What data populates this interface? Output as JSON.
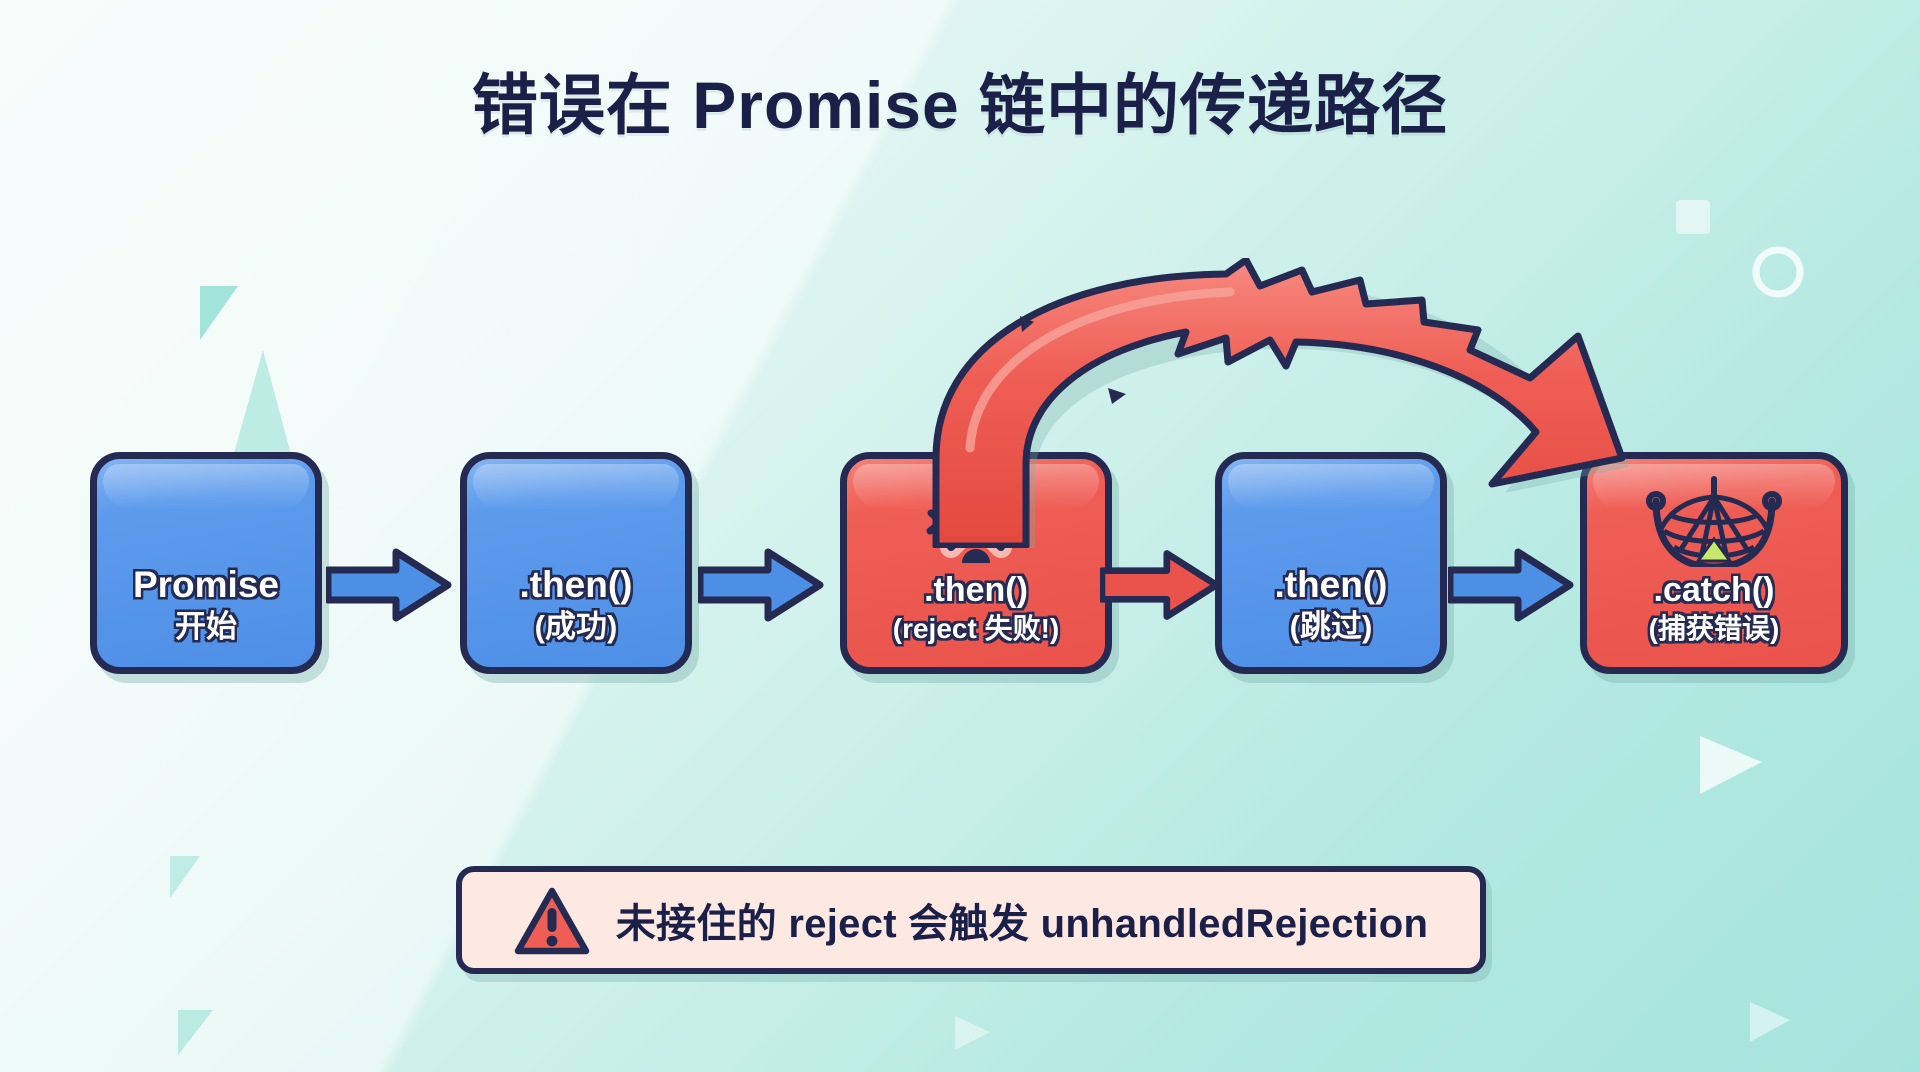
{
  "title": "错误在 Promise 链中的传递路径",
  "colors": {
    "ink": "#242a52",
    "blue": "#5b9bec",
    "red": "#ef5e55",
    "bg_light": "#eaf8f5",
    "bg_teal": "#a5e4dc",
    "banner_bg": "#fde9e2",
    "net_catch": "#c7e96a"
  },
  "flow": {
    "nodes": [
      {
        "id": "promise-start",
        "line1": "Promise",
        "line2": "开始",
        "state": "blue",
        "icon": null
      },
      {
        "id": "then-success",
        "line1": ".then()",
        "line2": "(成功)",
        "state": "blue",
        "icon": null
      },
      {
        "id": "then-reject",
        "line1": ".then()",
        "line2": "(reject 失败!)",
        "state": "red",
        "icon": "error-cross-face-icon"
      },
      {
        "id": "then-skipped",
        "line1": ".then()",
        "line2": "(跳过)",
        "state": "blue",
        "icon": null
      },
      {
        "id": "catch-error",
        "line1": ".catch()",
        "line2": "(捕获错误)",
        "state": "red",
        "icon": "safety-net-icon"
      }
    ],
    "connectors": [
      {
        "from": "promise-start",
        "to": "then-success",
        "kind": "straight-arrow"
      },
      {
        "from": "then-success",
        "to": "then-reject",
        "kind": "straight-arrow"
      },
      {
        "from": "then-reject",
        "to": "then-skipped",
        "kind": "straight-arrow"
      },
      {
        "from": "then-skipped",
        "to": "catch-error",
        "kind": "straight-arrow"
      }
    ],
    "error_arc": {
      "from": "then-reject",
      "to": "catch-error",
      "kind": "jagged-error-arc-arrow",
      "color": "#ef5e55"
    }
  },
  "banner": {
    "icon": "warning-triangle-icon",
    "text": "未接住的 reject 会触发 unhandledRejection"
  }
}
